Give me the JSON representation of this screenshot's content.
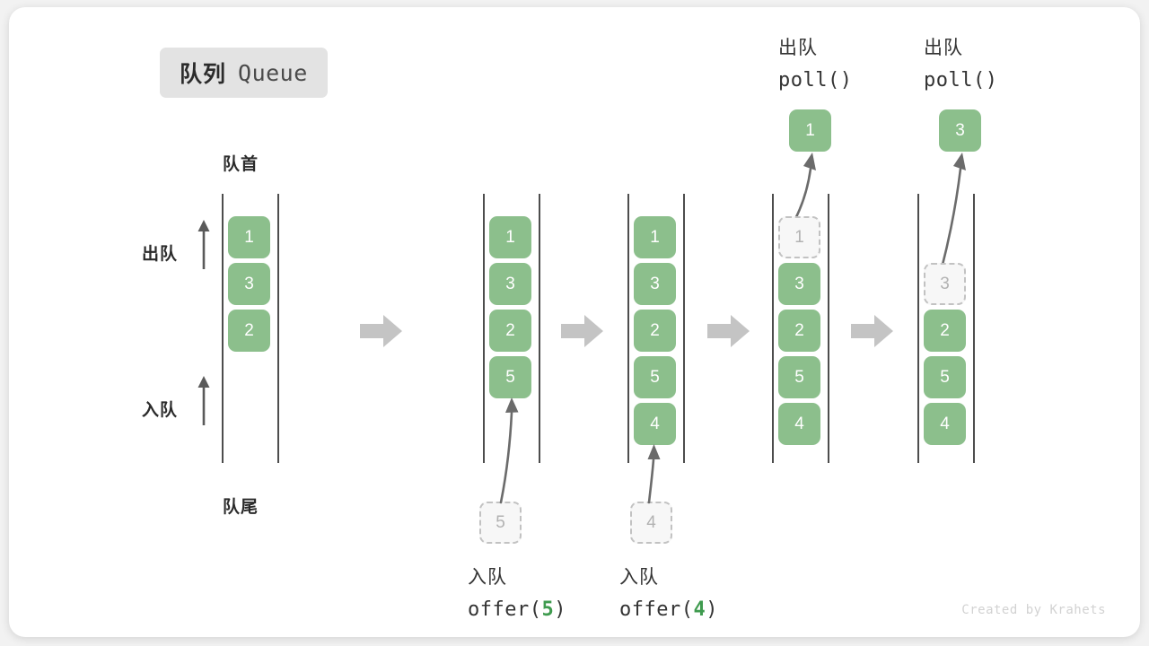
{
  "title": {
    "cn": "队列",
    "en": "Queue"
  },
  "labels": {
    "head": "队首",
    "tail": "队尾",
    "dequeue": "出队",
    "enqueue": "入队"
  },
  "footer": "Created by Krahets",
  "colors": {
    "cell_fill": "#8cbf8c",
    "cell_text": "#ffffff",
    "ghost_fill": "#f7f7f7",
    "ghost_border": "#c2c2c2",
    "ghost_text": "#b2b2b2",
    "rail": "#4d4d4d",
    "step_arrow": "#c4c4c4",
    "accent_number": "#3f9b4f",
    "badge_bg": "#e3e3e3",
    "card_bg": "#ffffff",
    "page_bg": "#f2f2f2"
  },
  "columns": [
    {
      "id": "initial",
      "cells": [
        {
          "value": "1",
          "state": "filled"
        },
        {
          "value": "3",
          "state": "filled"
        },
        {
          "value": "2",
          "state": "filled"
        }
      ]
    },
    {
      "id": "after-offer-5",
      "op_cn": "入队",
      "op_code_prefix": "offer(",
      "op_code_num": "5",
      "op_code_suffix": ")",
      "ghost_value": "5",
      "cells": [
        {
          "value": "1",
          "state": "filled"
        },
        {
          "value": "3",
          "state": "filled"
        },
        {
          "value": "2",
          "state": "filled"
        },
        {
          "value": "5",
          "state": "filled"
        }
      ]
    },
    {
      "id": "after-offer-4",
      "op_cn": "入队",
      "op_code_prefix": "offer(",
      "op_code_num": "4",
      "op_code_suffix": ")",
      "ghost_value": "4",
      "cells": [
        {
          "value": "1",
          "state": "filled"
        },
        {
          "value": "3",
          "state": "filled"
        },
        {
          "value": "2",
          "state": "filled"
        },
        {
          "value": "5",
          "state": "filled"
        },
        {
          "value": "4",
          "state": "filled"
        }
      ]
    },
    {
      "id": "poll-1",
      "op_cn": "出队",
      "op_code": "poll()",
      "popped_value": "1",
      "cells": [
        {
          "value": "1",
          "state": "ghost"
        },
        {
          "value": "3",
          "state": "filled"
        },
        {
          "value": "2",
          "state": "filled"
        },
        {
          "value": "5",
          "state": "filled"
        },
        {
          "value": "4",
          "state": "filled"
        }
      ]
    },
    {
      "id": "poll-3",
      "op_cn": "出队",
      "op_code": "poll()",
      "popped_value": "3",
      "cells": [
        {
          "value": "",
          "state": "empty"
        },
        {
          "value": "3",
          "state": "ghost"
        },
        {
          "value": "2",
          "state": "filled"
        },
        {
          "value": "5",
          "state": "filled"
        },
        {
          "value": "4",
          "state": "filled"
        }
      ]
    }
  ]
}
